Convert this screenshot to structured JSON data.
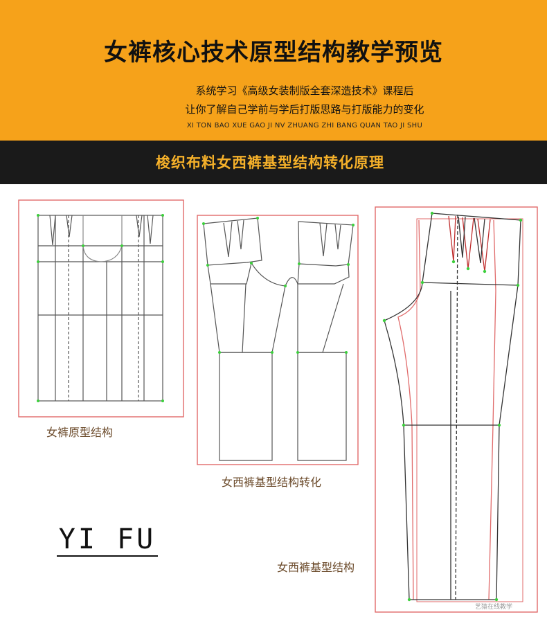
{
  "header": {
    "title": "女裤核心技术原型结构教学预览",
    "subtitle_line1": "系统学习《高级女装制版全套深造技术》课程后",
    "subtitle_line2": "让你了解自己学前与学后打版思路与打版能力的变化",
    "pinyin": "XI TON BAO XUE GAO JI NV ZHUANG ZHI BANG QUAN TAO JI SHU"
  },
  "section": {
    "title": "梭织布料女西裤基型结构转化原理"
  },
  "diagrams": {
    "prototype_caption": "女裤原型结构",
    "transform_caption": "女西裤基型结构转化",
    "base_caption": "女西裤基型结构",
    "logo_text": "YI FU",
    "watermark_text": "艺猿在线教学"
  },
  "colors": {
    "header_bg": "#f6a21a",
    "band_bg": "#1a1a1a",
    "band_text": "#f6b12a",
    "frame_red": "#e06a6a",
    "node_green": "#3ccf3c"
  }
}
